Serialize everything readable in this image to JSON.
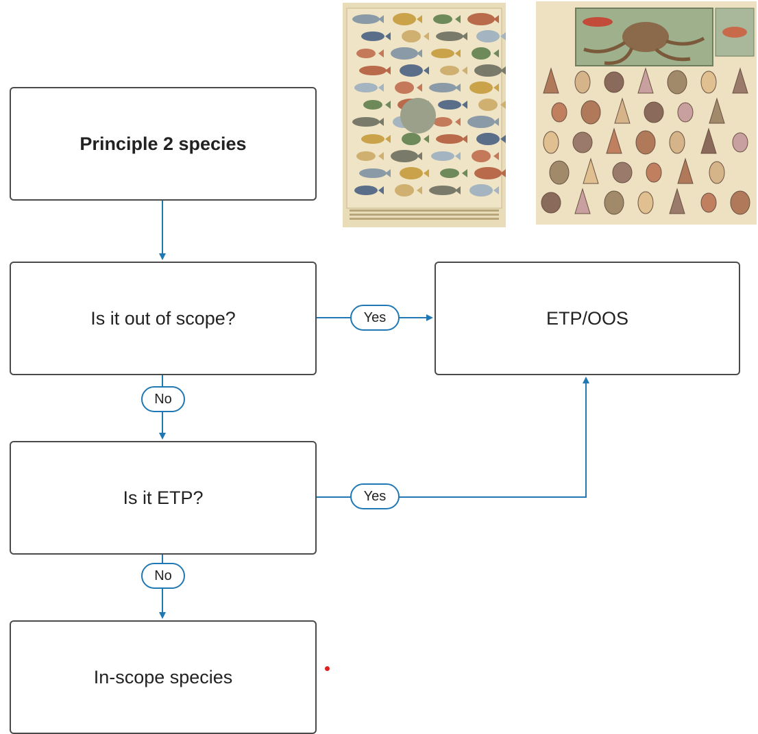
{
  "nodes": {
    "principle": "Principle 2 species",
    "scope_question": "Is it out of scope?",
    "etp_oos": "ETP/OOS",
    "etp_question": "Is it ETP?",
    "in_scope": "In-scope species"
  },
  "edges": {
    "scope_yes": "Yes",
    "scope_no": "No",
    "etp_yes": "Yes",
    "etp_no": "No"
  },
  "images": {
    "left_plate": "vintage-fish-illustration-plate",
    "right_plate": "vintage-cephalopod-and-shell-illustration-plate"
  },
  "colors": {
    "connector": "#1f77b4",
    "node_border": "#4a4a4a",
    "marker_dot": "#e02020"
  }
}
